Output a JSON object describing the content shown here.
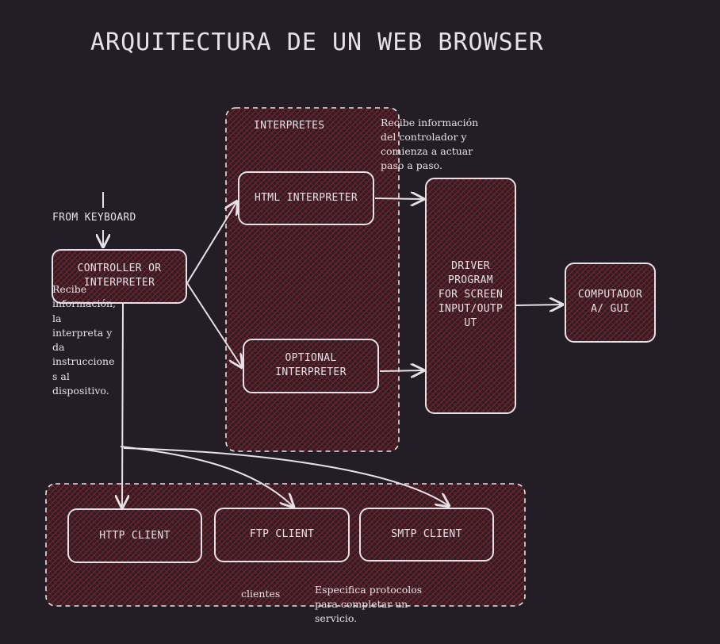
{
  "title": "ARQUITECTURA DE UN WEB BROWSER",
  "from_keyboard": "FROM KEYBOARD",
  "controller": {
    "label": "CONTROLLER OR\nINTERPRETER",
    "note": "Recibe\ninformación,\nla\ninterpreta y\nda\ninstruccione\ns al\ndispositivo."
  },
  "interpreters_group": {
    "label": "INTERPRETES",
    "note": "Recibe información\ndel controlador y\ncomienza a actuar\npaso a paso.",
    "html_interpreter": "HTML INTERPRETER",
    "optional_interpreter": "OPTIONAL\nINTERPRETER"
  },
  "driver_program": "DRIVER\nPROGRAM\nFOR SCREEN\nINPUT/OUTP\nUT",
  "computer_gui": "COMPUTADOR\nA/ GUI",
  "clients_group": {
    "label": "clientes",
    "note": "Especifica protocolos\npara completar un\nservicio.",
    "http": "HTTP CLIENT",
    "ftp": "FTP CLIENT",
    "smtp": "SMTP CLIENT"
  },
  "colors": {
    "background": "#231e25",
    "stroke": "#e6e1e6",
    "fill": "#3a1b22",
    "hatch": "#7e2d38"
  }
}
